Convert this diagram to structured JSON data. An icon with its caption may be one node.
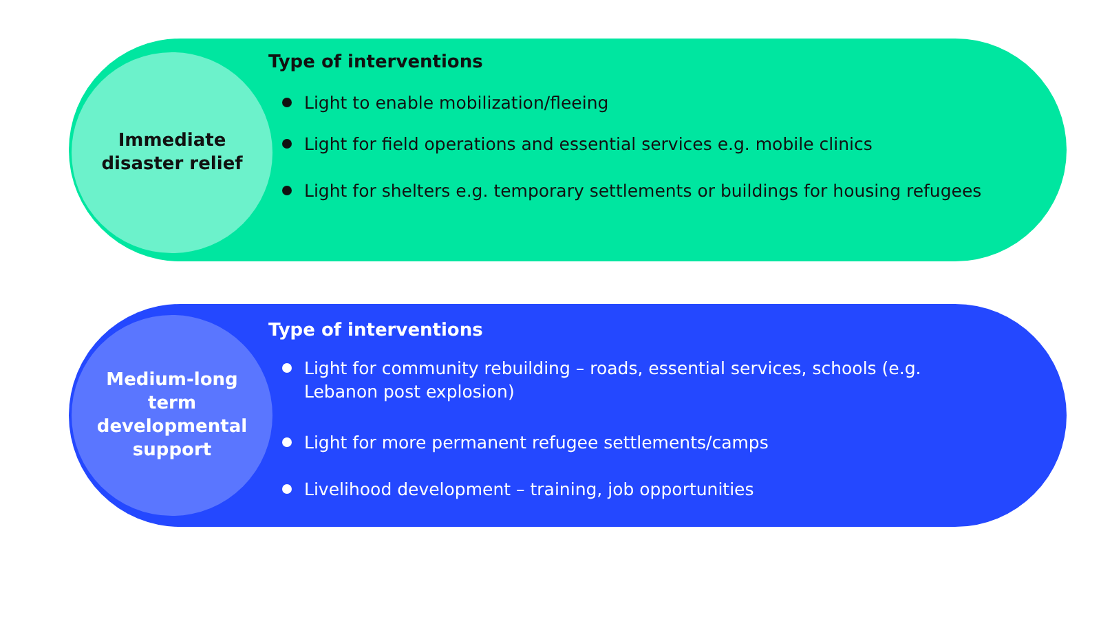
{
  "diagram": {
    "nodes": [
      {
        "text": [
          "Type of interventions",
          "Light to enable mobilization/fleeing",
          "Light for field operations and essential services e.g. mobile clinics",
          "Light for shelters e.g. temporary settlements or buildings for housing refugees"
        ]
      },
      {
        "text": [
          "Immediate disaster relief"
        ],
        "in": 0
      },
      {
        "text": [
          "Type of interventions",
          "Light for community rebuilding – roads, essential services, schools (e.g. Lebanon post explosion)",
          "Light for more permanent refugee settlements/camps",
          "Livelihood development – training, job opportunities"
        ]
      },
      {
        "text": [
          "Medium-long term developmental support"
        ],
        "in": 2
      }
    ]
  }
}
